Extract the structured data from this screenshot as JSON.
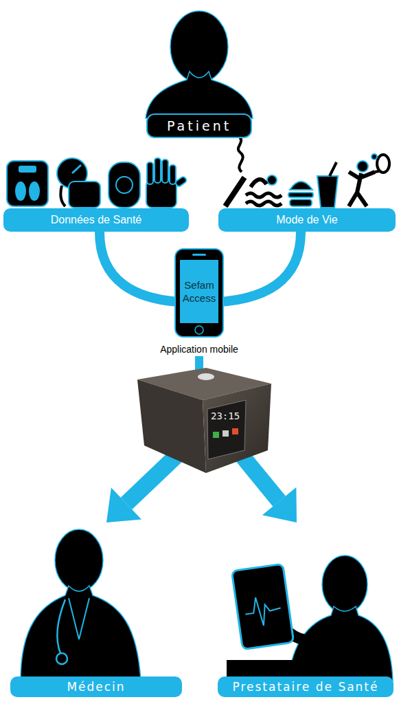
{
  "diagram": {
    "nodes": [
      {
        "text": [
          "Patient"
        ]
      },
      {
        "text": [
          "Données de Santé"
        ]
      },
      {
        "text": [
          "Mode de Vie"
        ]
      },
      {
        "text": [
          "Sefam Access",
          "Application mobile"
        ]
      },
      {
        "text": [
          "23:15"
        ]
      },
      {
        "text": [
          "Médecin"
        ]
      },
      {
        "text": [
          "Prestataire de Santé"
        ]
      }
    ],
    "edges": [
      {
        "from": 1,
        "to": 3,
        "arrow": "none"
      },
      {
        "from": 2,
        "to": 3,
        "arrow": "none"
      },
      {
        "from": 3,
        "to": 4,
        "arrow": "none"
      },
      {
        "from": 4,
        "to": 5,
        "arrow": "to"
      },
      {
        "from": 4,
        "to": 6,
        "arrow": "to"
      }
    ]
  }
}
